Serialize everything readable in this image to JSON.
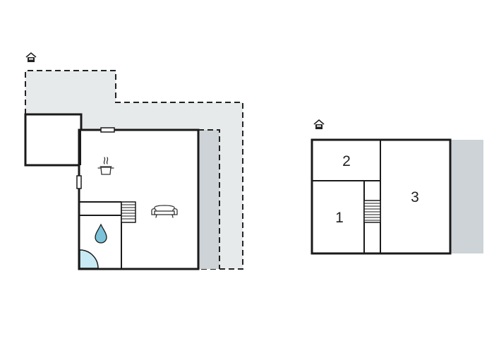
{
  "colors": {
    "wall": "#1a1a1a",
    "outdoor_area": "#e6eaea",
    "terrace_strip": "#cdd3d6",
    "window": "#ffffff",
    "shower": "#c8eaf4",
    "water_drop": "#7cc3d9",
    "icon": "#333333"
  },
  "icons": {
    "entrance_left": "house-entrance-icon",
    "entrance_right": "house-entrance-icon",
    "kitchen": "cooking-pot-icon",
    "living": "sofa-icon",
    "bathroom": "water-drop-icon",
    "stairs": "staircase-icon",
    "shower": "shower-quarter-circle-icon"
  },
  "upper_floor": {
    "rooms": [
      {
        "number": "2"
      },
      {
        "number": "1"
      },
      {
        "number": "3"
      }
    ]
  }
}
